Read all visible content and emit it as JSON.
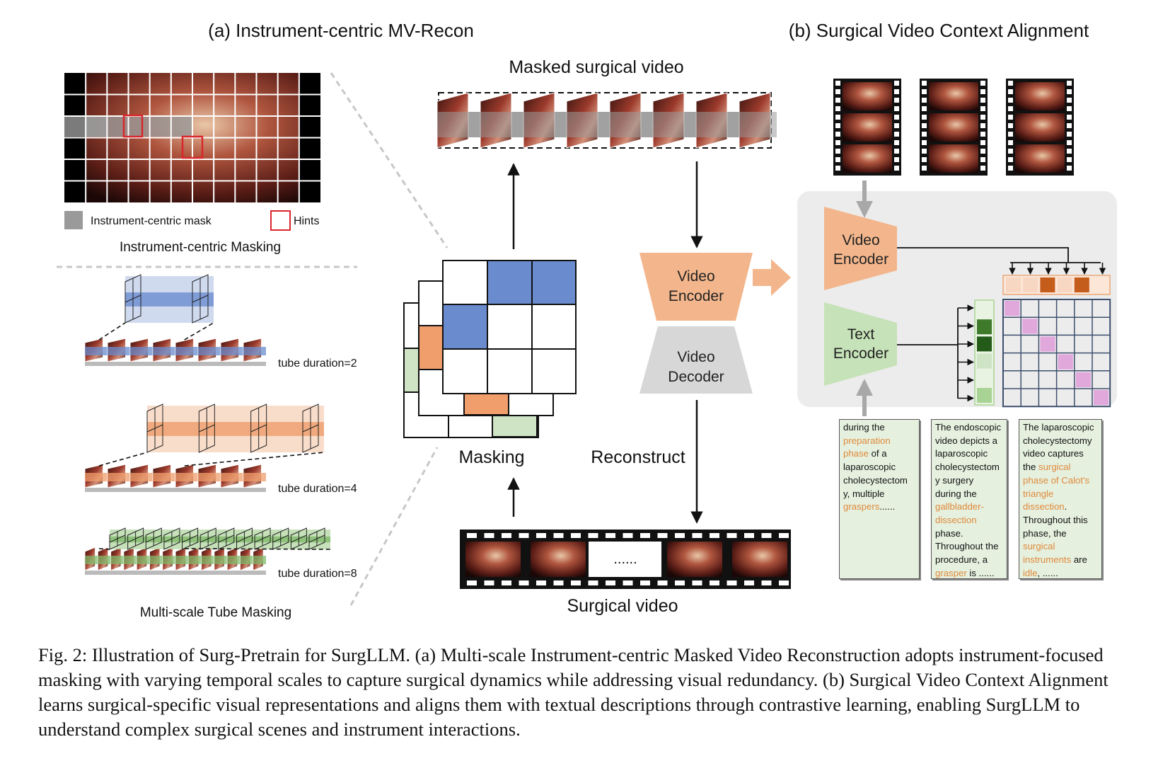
{
  "panel_a": {
    "title": "(a) Instrument-centric MV-Recon",
    "legend_mask": "Instrument-centric mask",
    "legend_hints": "Hints",
    "masking_label": "Instrument-centric Masking",
    "tube_labels": [
      "tube duration=2",
      "tube duration=4",
      "tube duration=8"
    ],
    "multiscale_label": "Multi-scale Tube Masking"
  },
  "center": {
    "masked_video_label": "Masked surgical video",
    "masking_label": "Masking",
    "reconstruct_label": "Reconstruct",
    "surgical_video_label": "Surgical video",
    "ellipsis": "......",
    "video_encoder_line1": "Video",
    "video_encoder_line2": "Encoder",
    "video_decoder_line1": "Video",
    "video_decoder_line2": "Decoder"
  },
  "panel_b": {
    "title": "(b) Surgical Video Context Alignment",
    "video_encoder_line1": "Video",
    "video_encoder_line2": "Encoder",
    "text_encoder_line1": "Text",
    "text_encoder_line2": "Encoder",
    "text_boxes": [
      [
        {
          "t": "during the",
          "hl": false
        },
        {
          "t": "preparation",
          "hl": true
        },
        {
          "t": "phase",
          "hl": true,
          "tail": " of a"
        },
        {
          "t": "laparoscopic",
          "hl": false
        },
        {
          "t": "cholecystectom",
          "hl": false
        },
        {
          "t": "y, multiple",
          "hl": false
        },
        {
          "t": "graspers",
          "hl": true,
          "tail": "......"
        }
      ],
      [
        {
          "t": "The endoscopic",
          "hl": false
        },
        {
          "t": "video depicts a",
          "hl": false
        },
        {
          "t": "laparoscopic",
          "hl": false
        },
        {
          "t": "cholecystectom",
          "hl": false
        },
        {
          "t": "y surgery",
          "hl": false
        },
        {
          "t": "during the",
          "hl": false
        },
        {
          "t": "gallbladder-",
          "hl": true
        },
        {
          "t": "dissection",
          "hl": true
        },
        {
          "t": "phase.",
          "hl": false
        },
        {
          "t": "Throughout the",
          "hl": false
        },
        {
          "t": "procedure, a",
          "hl": false
        },
        {
          "t": "grasper",
          "hl": true,
          "tail": " is ......"
        }
      ],
      [
        {
          "t": "The laparoscopic",
          "hl": false
        },
        {
          "t": "cholecystectomy",
          "hl": false
        },
        {
          "t": "video captures",
          "hl": false
        },
        {
          "t": "the ",
          "hl": false,
          "tailhl": "surgical"
        },
        {
          "t": "phase of Calot's",
          "hl": true
        },
        {
          "t": "triangle",
          "hl": true
        },
        {
          "t": "dissection",
          "hl": true,
          "tail": "."
        },
        {
          "t": "Throughout this",
          "hl": false
        },
        {
          "t": "phase, the",
          "hl": false
        },
        {
          "t": "surgical",
          "hl": true
        },
        {
          "t": "instruments",
          "hl": true,
          "tail": " are"
        },
        {
          "t": "idle",
          "hl": true,
          "tail": ", ......"
        }
      ]
    ]
  },
  "caption": "Fig. 2: Illustration of Surg-Pretrain for SurgLLM. (a) Multi-scale Instrument-centric Masked Video Reconstruction adopts instrument-focused masking with varying temporal scales to capture surgical dynamics while addressing visual redundancy. (b) Surgical Video Context Alignment learns surgical-specific visual representations and aligns them with textual descriptions through contrastive learning, enabling SurgLLM to understand complex surgical scenes and instrument interactions.",
  "colors": {
    "blue": "#6a8ccf",
    "orange": "#ef9e6c",
    "green": "#cfe3c5",
    "gray_mask": "#9a9a9a",
    "hint_red": "#d9262b",
    "encoder_orange": "#f3b68c",
    "encoder_green": "#c6e2b8",
    "decoder_gray": "#d7d7d7",
    "panel_bg": "#ececec",
    "matrix_grid": "#3d4f6e",
    "matrix_pink": "#e1a8dc",
    "text_highlight": "#e08a3a"
  }
}
